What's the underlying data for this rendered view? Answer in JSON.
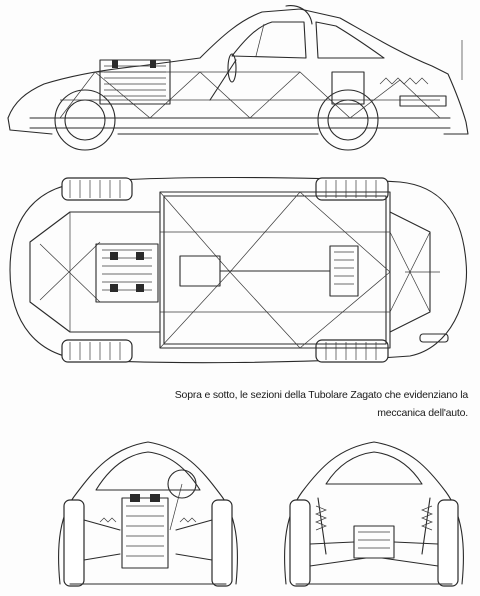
{
  "caption": {
    "line1": "Sopra e sotto, le sezioni della Tubolare Zagato che evidenziano la",
    "line2": "meccanica dell'auto."
  },
  "figures": [
    {
      "name": "side-section",
      "icon": "car-side-cutaway"
    },
    {
      "name": "plan-section",
      "icon": "chassis-top-view"
    },
    {
      "name": "front-section",
      "icon": "car-front-view"
    },
    {
      "name": "rear-section",
      "icon": "car-rear-view"
    }
  ]
}
